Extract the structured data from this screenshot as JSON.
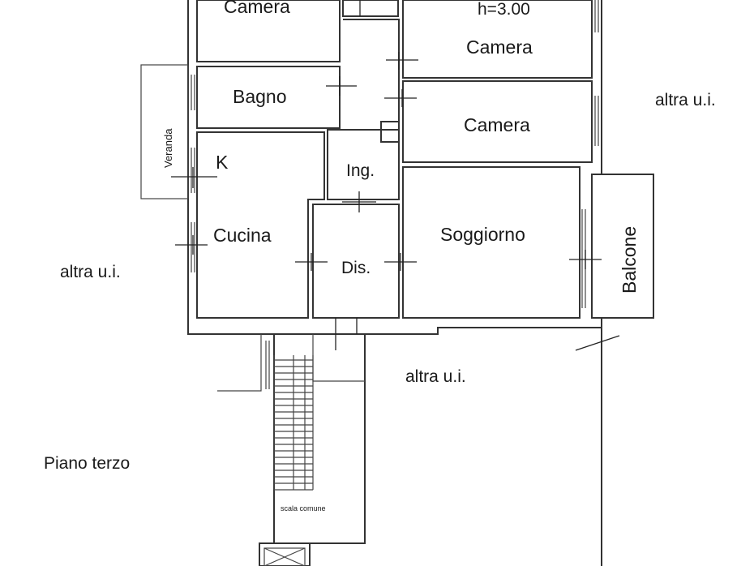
{
  "plan": {
    "ceiling_height": "h=3.00",
    "rooms": {
      "camera_top_left": "Camera",
      "camera_top_right": "Camera",
      "bagno": "Bagno",
      "camera_mid": "Camera",
      "veranda": "Veranda",
      "kitchen_tag": "K",
      "ingresso": "Ing.",
      "cucina": "Cucina",
      "disimpegno": "Dis.",
      "soggiorno": "Soggiorno",
      "balcone": "Balcone"
    },
    "other_units": {
      "right": "altra u.i.",
      "left": "altra u.i.",
      "bottom": "altra u.i."
    },
    "stair_label": "scala comune",
    "floor_label": "Piano terzo"
  }
}
